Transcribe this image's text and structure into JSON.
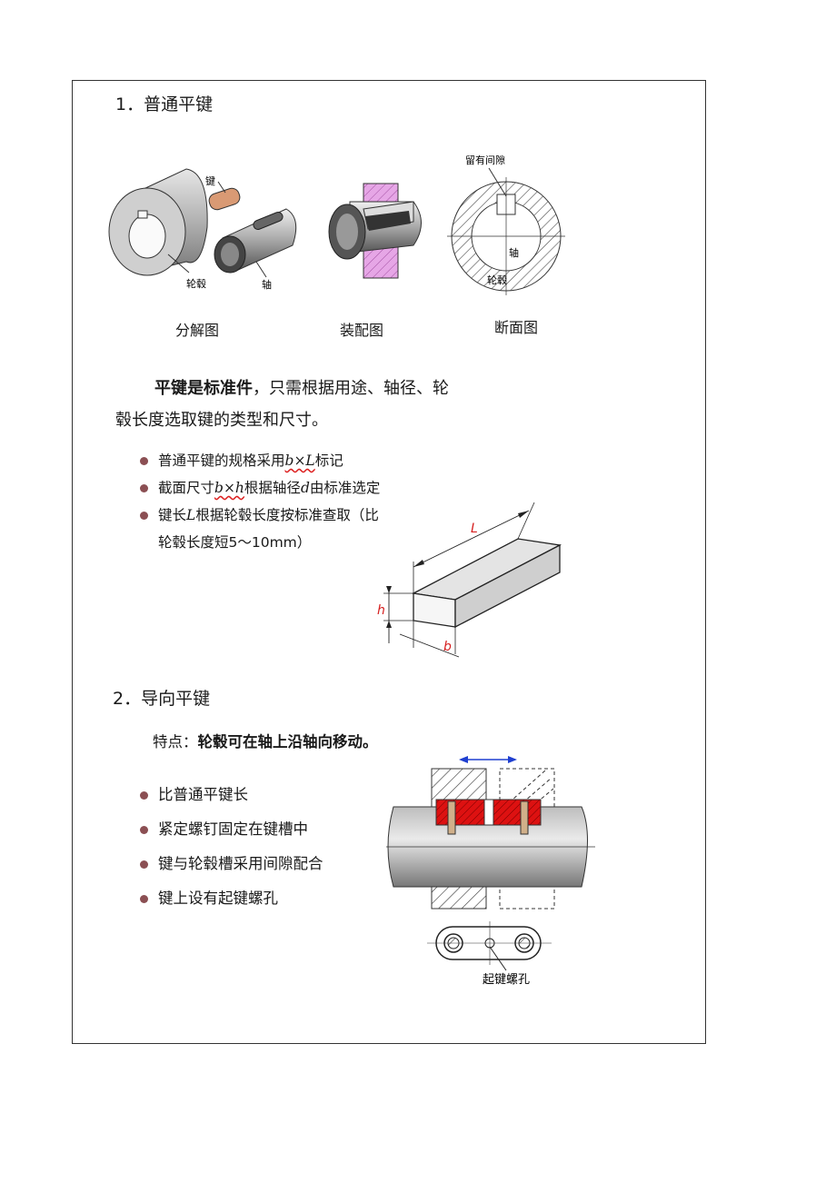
{
  "section1": {
    "heading": "1．普通平键",
    "figure_labels": {
      "key": "键",
      "hub": "轮毂",
      "shaft": "轴",
      "gap": "留有间隙",
      "shaft2": "轴",
      "hub2": "轮毂"
    },
    "captions": [
      "分解图",
      "装配图",
      "断面图"
    ],
    "para_bold": "平键是标准件",
    "para_rest_line1": "，只需根据用途、轴径、轮",
    "para_line2": "毂长度选取键的类型和尺寸。",
    "bullet1": {
      "pre": "普通平键的规格采用",
      "math": "b×L",
      "post": "标记"
    },
    "bullet2": {
      "pre": "截面尺寸",
      "math": "b×h",
      "mid": "根据轴径",
      "var": "d",
      "post": "由标准选定"
    },
    "bullet3": {
      "pre": "键长",
      "var": "L",
      "post": "根据轮毂长度按标准查取（比",
      "line2": "轮毂长度短5～10mm）"
    },
    "dim_labels": {
      "L": "L",
      "h": "h",
      "b": "b"
    }
  },
  "section2": {
    "heading": "2．导向平键",
    "feature_label": "特点：",
    "feature_bold": "轮毂可在轴上沿轴向移动。",
    "bullets": [
      "比普通平键长",
      "紧定螺钉固定在键槽中",
      "键与轮毂槽采用间隙配合",
      "键上设有起键螺孔"
    ],
    "hole_label": "起键螺孔"
  },
  "colors": {
    "bullet": "#8b4f53",
    "key_red": "#dd1111",
    "arrow_blue": "#1f3fd0",
    "dim_red": "#d61f1f",
    "hub_pink": "#e6a6e6"
  }
}
